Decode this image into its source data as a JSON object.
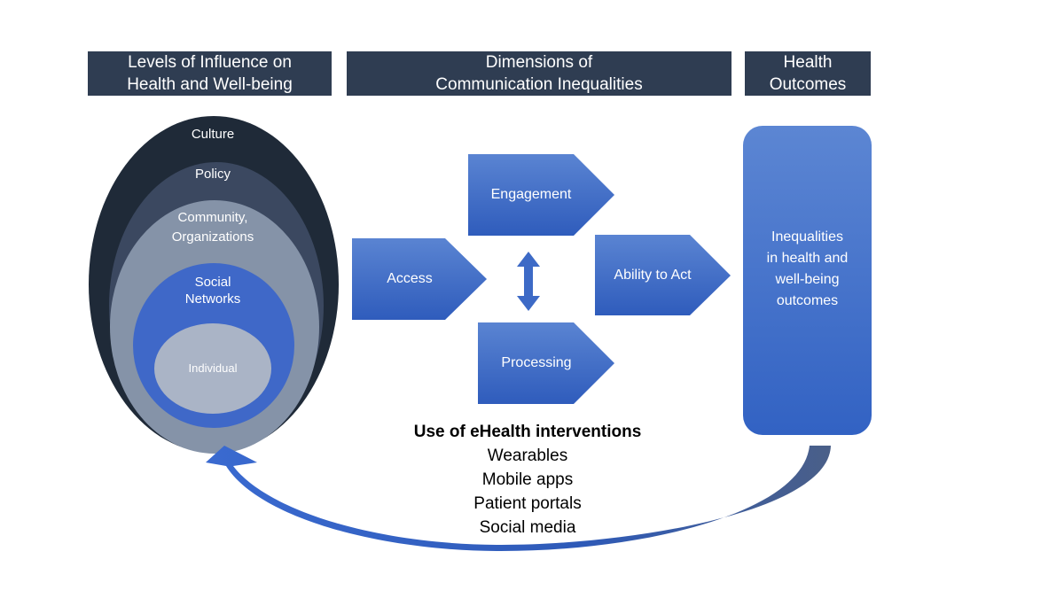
{
  "headers": {
    "levels": [
      "Levels of Influence on",
      "Health and Well-being"
    ],
    "dimensions": [
      "Dimensions of",
      "Communication Inequalities"
    ],
    "outcomes": [
      "Health",
      "Outcomes"
    ]
  },
  "levels": {
    "culture": "Culture",
    "policy": "Policy",
    "community": [
      "Community,",
      "Organizations"
    ],
    "social": [
      "Social",
      "Networks"
    ],
    "individual": "Individual"
  },
  "dimensions": {
    "access": "Access",
    "engagement": "Engagement",
    "processing": "Processing",
    "ability": "Ability to Act"
  },
  "outcome": {
    "lines": [
      "Inequalities",
      "in health and",
      "well-being",
      "outcomes"
    ]
  },
  "ehealth": {
    "title": "Use of eHealth interventions",
    "items": [
      "Wearables",
      "Mobile apps",
      "Patient portals",
      "Social media"
    ]
  },
  "colors": {
    "header_bg": "#2f3d52",
    "culture": "#1f2a38",
    "policy": "#3b4860",
    "community": "#8593a8",
    "social": "#3f68c8",
    "individual": "#aab4c6",
    "dimension_blue": "#3d6ac6",
    "outcome_blue": "#4a79cc"
  }
}
